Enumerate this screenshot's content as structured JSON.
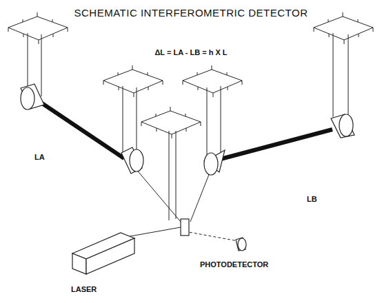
{
  "diagram": {
    "title": "SCHEMATIC INTERFEROMETRIC DETECTOR",
    "labels": [
      "ΔL = LA - LB = h X L",
      "LA",
      "LB",
      "PHOTODETECTOR",
      "LASER"
    ]
  }
}
